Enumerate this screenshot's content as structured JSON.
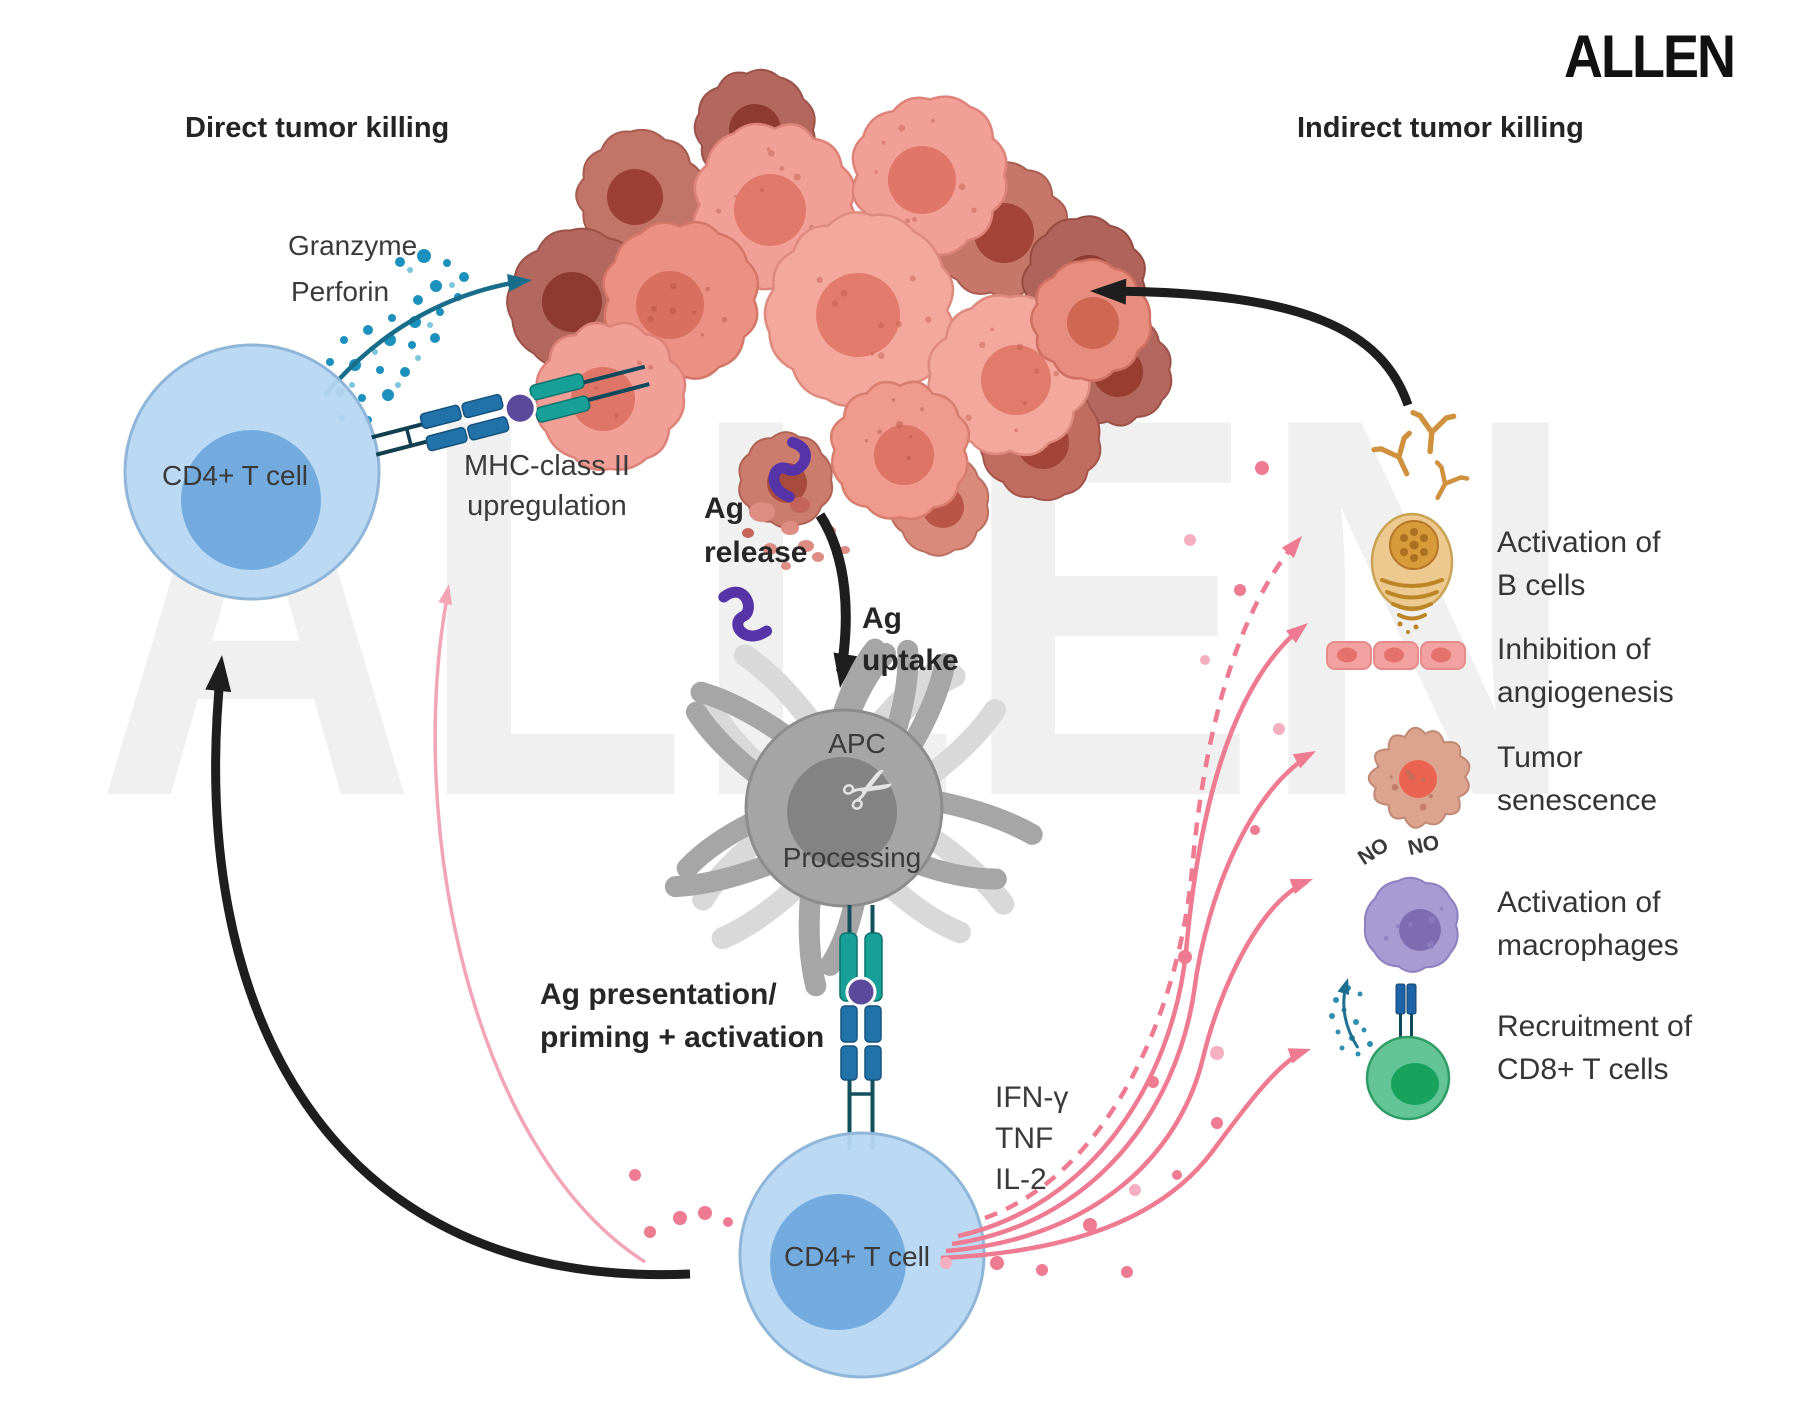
{
  "logo_text": "ALLEN",
  "watermark_text": "ALLEN",
  "headings": {
    "direct": "Direct tumor killing",
    "indirect": "Indirect tumor killing"
  },
  "labels": {
    "granzyme": "Granzyme",
    "perforin": "Perforin",
    "mhc_line1": "MHC-class II",
    "mhc_line2": "upregulation",
    "cd4_top": "CD4+ T cell",
    "cd4_bottom": "CD4+ T cell",
    "ag_release_line1": "Ag",
    "ag_release_line2": "release",
    "ag_uptake_line1": "Ag",
    "ag_uptake_line2": "uptake",
    "apc": "APC",
    "processing": "Processing",
    "ag_presentation_line1": "Ag presentation/",
    "ag_presentation_line2": "priming + activation",
    "cytokines": [
      "IFN-γ",
      "TNF",
      "IL-2"
    ],
    "no_left": "NO",
    "no_right": "NO"
  },
  "outcomes": [
    {
      "line1": "Activation of",
      "line2": "B cells",
      "icon": "b-cell-icon"
    },
    {
      "line1": "Inhibition of",
      "line2": "angiogenesis",
      "icon": "endothelial-cells-icon"
    },
    {
      "line1": "Tumor",
      "line2": "senescence",
      "icon": "senescent-tumor-cell-icon"
    },
    {
      "line1": "Activation of",
      "line2": "macrophages",
      "icon": "macrophage-icon"
    },
    {
      "line1": "Recruitment of",
      "line2": "CD8+ T cells",
      "icon": "cd8-t-cell-icon"
    }
  ],
  "colors": {
    "tumor_salmon": "#f2a097",
    "tumor_dark": "#b4675e",
    "t_cell_blue": "#b7d7f1",
    "t_cell_nucleus": "#74abdf",
    "apc_gray": "#a5a5a5",
    "mhc_teal": "#16a097",
    "tcr_blue": "#2272aa",
    "antigen_purple": "#5b3fa8",
    "cytokine_pink": "#ee7b91",
    "granzyme_teal": "#1d91bd",
    "b_cell_gold": "#edc98f",
    "macrophage_purple": "#a89bd4",
    "cd8_green": "#63c495",
    "arrow_black": "#1e1e1e"
  }
}
